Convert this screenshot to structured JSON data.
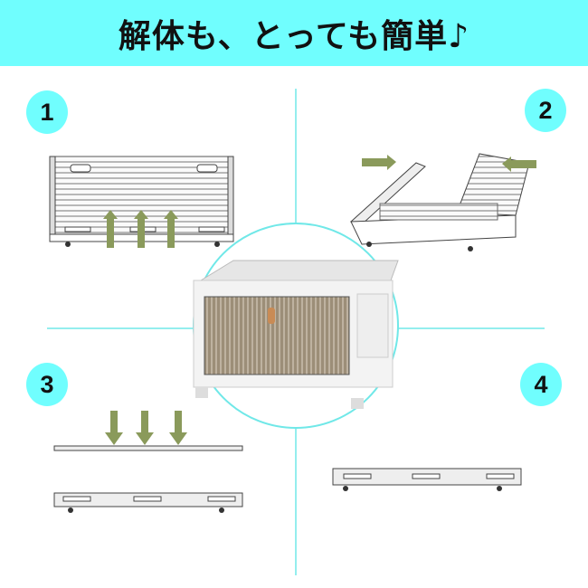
{
  "header": {
    "title": "解体も、とっても簡単♪"
  },
  "steps": [
    {
      "number": "1"
    },
    {
      "number": "2"
    },
    {
      "number": "3"
    },
    {
      "number": "4"
    }
  ],
  "colors": {
    "accent": "#70fefe",
    "arrow": "#8a9a5b",
    "line": "#70e8e8"
  }
}
